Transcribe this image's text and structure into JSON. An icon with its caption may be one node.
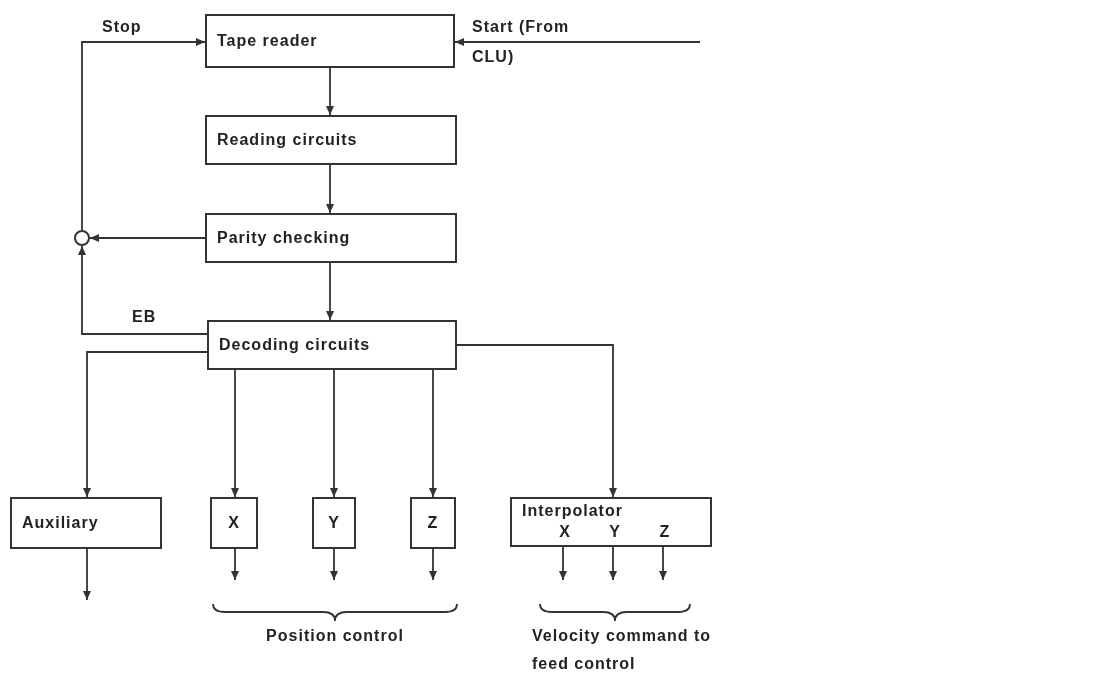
{
  "diagram": {
    "nodes": [
      {
        "text": [
          "Tape reader"
        ]
      },
      {
        "text": [
          "Reading circuits"
        ]
      },
      {
        "text": [
          "Parity checking"
        ]
      },
      {
        "text": [
          "Decoding circuits"
        ]
      },
      {
        "text": [],
        "shape": "circle"
      },
      {
        "text": [
          "Auxiliary"
        ]
      },
      {
        "text": [
          "X"
        ]
      },
      {
        "text": [
          "Y"
        ]
      },
      {
        "text": [
          "Z"
        ]
      },
      {
        "text": [
          "Interpolator",
          "X",
          "Y",
          "Z"
        ]
      }
    ],
    "edges": [
      {
        "from": 0,
        "to": 1,
        "arrow": "to"
      },
      {
        "from": 1,
        "to": 2,
        "arrow": "to"
      },
      {
        "from": 2,
        "to": 3,
        "arrow": "to"
      },
      {
        "from": 2,
        "to": 4,
        "arrow": "to"
      },
      {
        "from": 3,
        "to": 4,
        "arrow": "to",
        "label": "EB"
      },
      {
        "from": 4,
        "to": 0,
        "arrow": "to",
        "label": "Stop"
      },
      {
        "from": null,
        "to": 0,
        "arrow": "to",
        "label": "Start (From CLU)"
      },
      {
        "from": 3,
        "to": 5,
        "arrow": "to"
      },
      {
        "from": 3,
        "to": 6,
        "arrow": "to"
      },
      {
        "from": 3,
        "to": 7,
        "arrow": "to"
      },
      {
        "from": 3,
        "to": 8,
        "arrow": "to"
      },
      {
        "from": 3,
        "to": 9,
        "arrow": "to"
      },
      {
        "from": 5,
        "to": null,
        "arrow": "to"
      },
      {
        "from": 6,
        "to": null,
        "arrow": "to"
      },
      {
        "from": 7,
        "to": null,
        "arrow": "to"
      },
      {
        "from": 8,
        "to": null,
        "arrow": "to"
      },
      {
        "from": 9,
        "to": null,
        "arrow": "to"
      },
      {
        "from": 9,
        "to": null,
        "arrow": "to"
      },
      {
        "from": 9,
        "to": null,
        "arrow": "to"
      }
    ],
    "labels": [
      "Position control",
      "Velocity command to feed control"
    ]
  }
}
